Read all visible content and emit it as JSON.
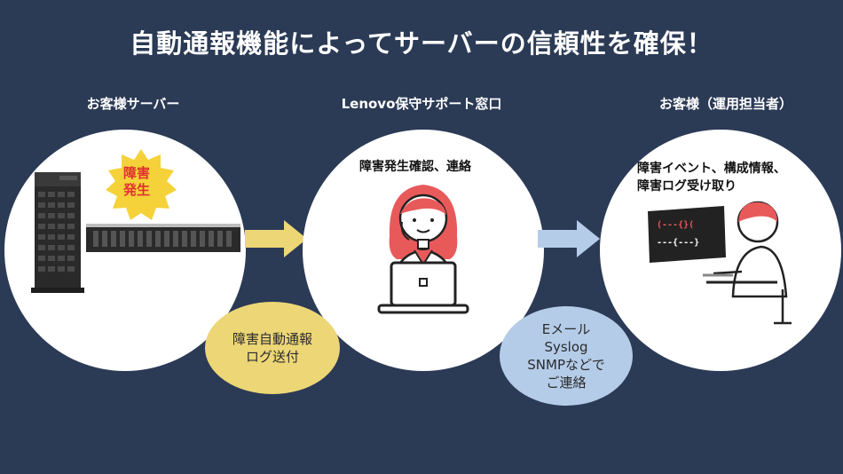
{
  "title": "自動通報機能によってサーバーの信頼性を確保！",
  "columns": [
    {
      "label": "お客様サーバー"
    },
    {
      "label": "Lenovo保守サポート窓口"
    },
    {
      "label": "お客様（運用担当者）"
    }
  ],
  "server": {
    "badge_line1": "障害",
    "badge_line2": "発生"
  },
  "support": {
    "text": "障害発生確認、連絡"
  },
  "customer": {
    "text_line1": "障害イベント、構成情報、",
    "text_line2": "障害ログ受け取り",
    "screen_line1": "(---{}(",
    "screen_line2": "---{---}"
  },
  "bubble_left": {
    "line1": "障害自動通報",
    "line2": "ログ送付"
  },
  "bubble_right": {
    "line1": "Eメール",
    "line2": "Syslog",
    "line3": "SNMPなどで",
    "line4": "ご連絡"
  },
  "colors": {
    "background": "#2b3a55",
    "arrow_yellow": "#ecd676",
    "arrow_blue": "#b4cce8",
    "accent_red": "#e85a5a",
    "badge_yellow": "#f5d23a"
  }
}
